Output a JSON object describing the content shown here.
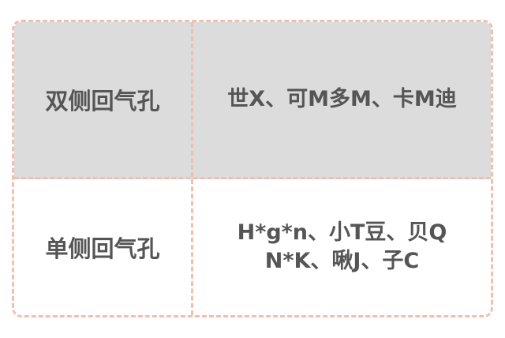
{
  "rows": [
    {
      "label": "双侧回气孔",
      "value_lines": [
        "世X、可M多M、卡M迪"
      ]
    },
    {
      "label": "单侧回气孔",
      "value_lines": [
        "H*g*n、小T豆、贝Q",
        "N*K、啾J、子C"
      ]
    }
  ],
  "colors": {
    "border": "#f2bfae",
    "header_bg": "#dcdcdc",
    "text": "#555555"
  }
}
